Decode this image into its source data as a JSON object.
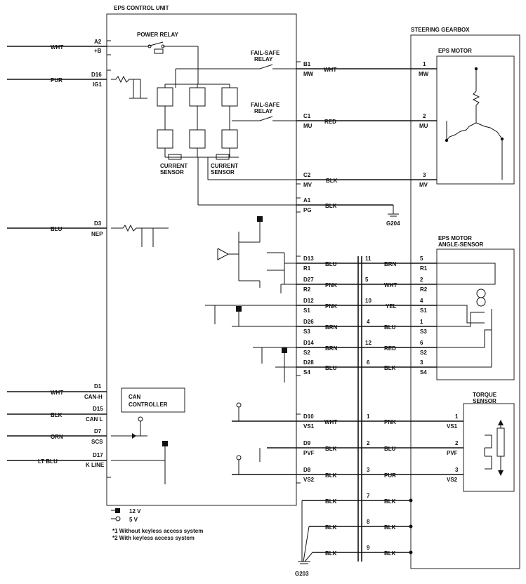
{
  "titles": {
    "eps_unit": "EPS CONTROL UNIT",
    "steering_gearbox": "STEERING GEARBOX",
    "eps_motor": "EPS MOTOR",
    "angle_sensor_1": "EPS MOTOR",
    "angle_sensor_2": "ANGLE-SENSOR",
    "torque_1": "TORQUE",
    "torque_2": "SENSOR",
    "power_relay": "POWER RELAY",
    "failsafe_1a": "FAIL-SAFE",
    "failsafe_1b": "RELAY",
    "failsafe_2a": "FAIL-SAFE",
    "failsafe_2b": "RELAY",
    "current_sensor_1a": "CURRENT",
    "current_sensor_1b": "SENSOR",
    "current_sensor_2a": "CURRENT",
    "current_sensor_2b": "SENSOR",
    "can_controller_1": "CAN",
    "can_controller_2": "CONTROLLER"
  },
  "left_inputs": [
    {
      "wire": "WHT",
      "pin": "A2",
      "func": "+B"
    },
    {
      "wire": "PUR",
      "pin": "D16",
      "func": "IG1"
    },
    {
      "wire": "BLU",
      "pin": "D3",
      "func": "NEP"
    },
    {
      "wire": "WHT",
      "pin": "D1",
      "func": "CAN-H"
    },
    {
      "wire": "BLK",
      "pin": "D15",
      "func": "CAN L"
    },
    {
      "wire": "ORN",
      "pin": "D7",
      "func": "SCS"
    },
    {
      "wire": "LT BLU",
      "pin": "D17",
      "func": "K LINE"
    }
  ],
  "motor_pins": [
    {
      "pin": "B1",
      "func": "MW",
      "wire": "WHT",
      "conn": "1",
      "motor": "MW"
    },
    {
      "pin": "C1",
      "func": "MU",
      "wire": "RED",
      "conn": "2",
      "motor": "MU"
    },
    {
      "pin": "C2",
      "func": "MV",
      "wire": "BLK",
      "conn": "3",
      "motor": "MV"
    }
  ],
  "ground_pin": {
    "pin": "A1",
    "func": "PG",
    "wire": "BLK",
    "ground": "G204"
  },
  "sensor_pins": [
    {
      "pin": "D13",
      "func": "R1",
      "wire_in": "BLU",
      "num": "11",
      "wire_out": "BRN",
      "cpin": "5",
      "cfunc": "R1"
    },
    {
      "pin": "D27",
      "func": "R2",
      "wire_in": "PNK",
      "num": "5",
      "wire_out": "WHT",
      "cpin": "2",
      "cfunc": "R2"
    },
    {
      "pin": "D12",
      "func": "S1",
      "wire_in": "PNK",
      "num": "10",
      "wire_out": "YEL",
      "cpin": "4",
      "cfunc": "S1"
    },
    {
      "pin": "D26",
      "func": "S3",
      "wire_in": "BRN",
      "num": "4",
      "wire_out": "BLU",
      "cpin": "1",
      "cfunc": "S3"
    },
    {
      "pin": "D14",
      "func": "S2",
      "wire_in": "BRN",
      "num": "12",
      "wire_out": "RED",
      "cpin": "6",
      "cfunc": "S2"
    },
    {
      "pin": "D28",
      "func": "S4",
      "wire_in": "BLU",
      "num": "6",
      "wire_out": "BLK",
      "cpin": "3",
      "cfunc": "S4"
    }
  ],
  "torque_pins": [
    {
      "pin": "D10",
      "func": "VS1",
      "wire_in": "WHT",
      "num": "1",
      "wire_out": "PNK",
      "cpin": "1",
      "cfunc": "VS1"
    },
    {
      "pin": "D9",
      "func": "PVF",
      "wire_in": "BLK",
      "num": "2",
      "wire_out": "BLU",
      "cpin": "2",
      "cfunc": "PVF"
    },
    {
      "pin": "D8",
      "func": "VS2",
      "wire_in": "BLK",
      "num": "3",
      "wire_out": "PUR",
      "cpin": "3",
      "cfunc": "VS2"
    }
  ],
  "shield_wires": [
    {
      "wire_in": "BLK",
      "num": "7",
      "wire_out": "BLK"
    },
    {
      "wire_in": "BLK",
      "num": "8",
      "wire_out": "BLK"
    },
    {
      "wire_in": "BLK",
      "num": "9",
      "wire_out": "BLK"
    }
  ],
  "shield_ground": "G203",
  "legend": {
    "v12": "12 V",
    "v5": "5 V",
    "note1": "*1  Without keyless access system",
    "note2": "*2  With keyless access system"
  }
}
